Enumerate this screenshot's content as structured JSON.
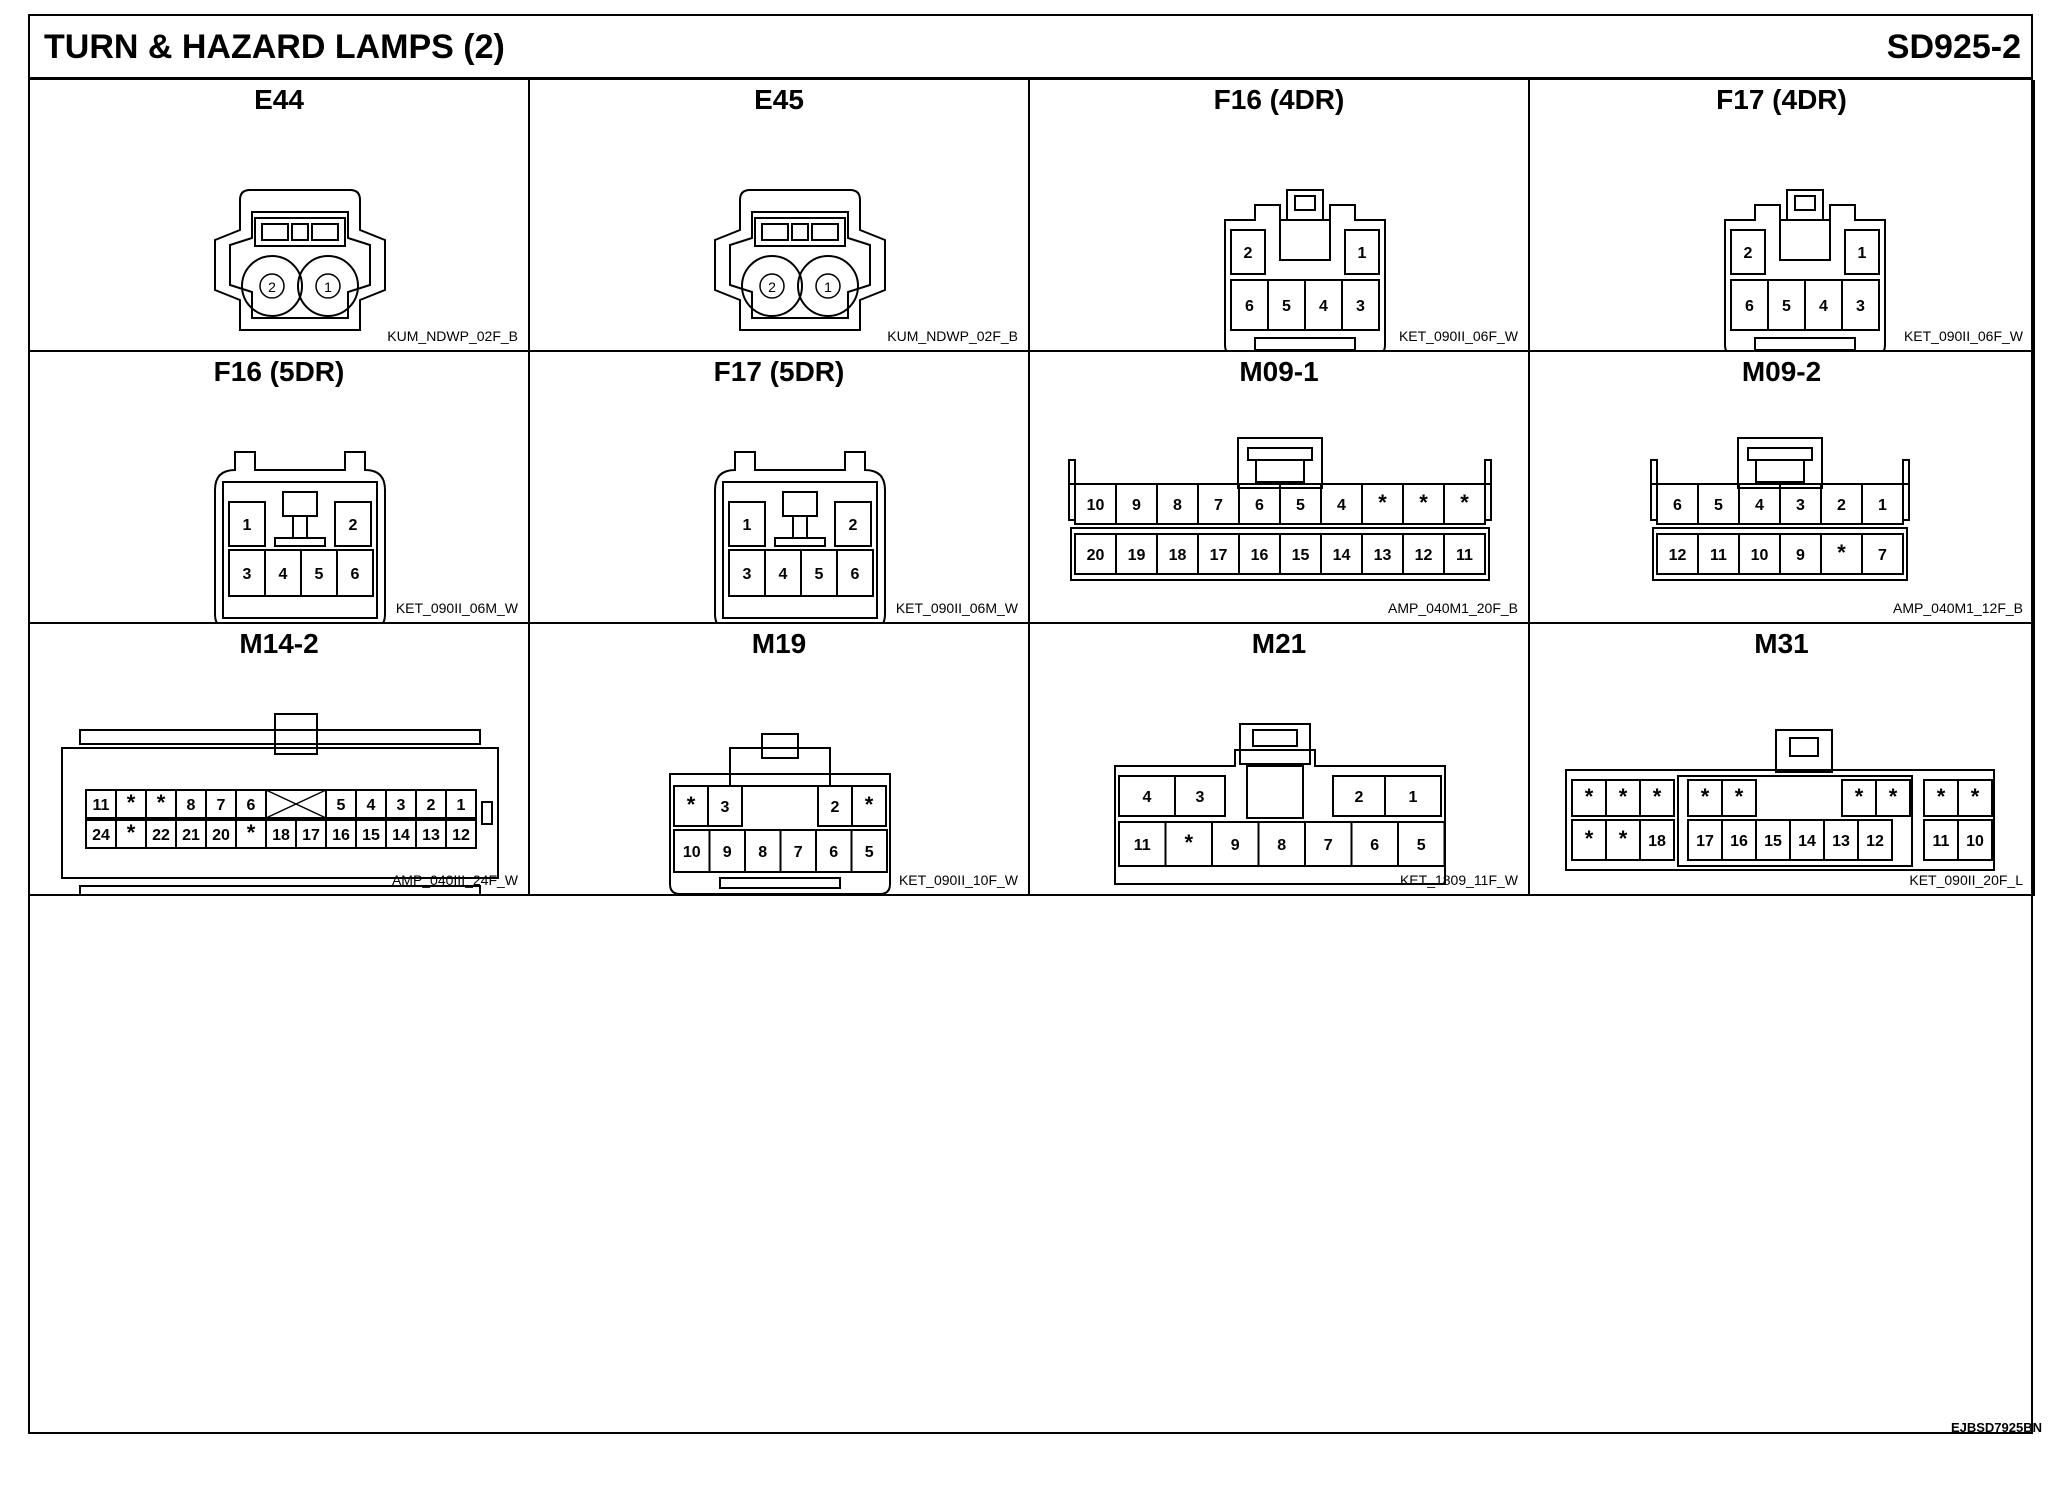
{
  "header": {
    "title": "TURN & HAZARD LAMPS (2)",
    "code": "SD925-2"
  },
  "footer": {
    "code": "EJBSD7925BN"
  },
  "connectors": [
    {
      "name": "E44",
      "code": "KUM_NDWP_02F_B",
      "type": "round2",
      "pins": [
        "2",
        "1"
      ]
    },
    {
      "name": "E45",
      "code": "KUM_NDWP_02F_B",
      "type": "round2",
      "pins": [
        "2",
        "1"
      ]
    },
    {
      "name": "F16 (4DR)",
      "code": "KET_090II_06F_W",
      "type": "six4",
      "pins": [
        [
          "2",
          "1"
        ],
        [
          "6",
          "5",
          "4",
          "3"
        ]
      ]
    },
    {
      "name": "F17 (4DR)",
      "code": "KET_090II_06F_W",
      "type": "six4",
      "pins": [
        [
          "2",
          "1"
        ],
        [
          "6",
          "5",
          "4",
          "3"
        ]
      ]
    },
    {
      "name": "F16 (5DR)",
      "code": "KET_090II_06M_W",
      "type": "six5",
      "pins": [
        [
          "1",
          "2"
        ],
        [
          "3",
          "4",
          "5",
          "6"
        ]
      ]
    },
    {
      "name": "F17 (5DR)",
      "code": "KET_090II_06M_W",
      "type": "six5",
      "pins": [
        [
          "1",
          "2"
        ],
        [
          "3",
          "4",
          "5",
          "6"
        ]
      ]
    },
    {
      "name": "M09-1",
      "code": "AMP_040M1_20F_B",
      "type": "rows",
      "pins": [
        [
          "10",
          "9",
          "8",
          "7",
          "6",
          "5",
          "4",
          "*",
          "*",
          "*"
        ],
        [
          "20",
          "19",
          "18",
          "17",
          "16",
          "15",
          "14",
          "13",
          "12",
          "11"
        ]
      ]
    },
    {
      "name": "M09-2",
      "code": "AMP_040M1_12F_B",
      "type": "rows",
      "pins": [
        [
          "6",
          "5",
          "4",
          "3",
          "2",
          "1"
        ],
        [
          "12",
          "11",
          "10",
          "9",
          "*",
          "7"
        ]
      ]
    },
    {
      "name": "M14-2",
      "code": "AMP_040III_24F_W",
      "type": "m14",
      "pins": [
        [
          "11",
          "*",
          "*",
          "8",
          "7",
          "6",
          "",
          "5",
          "4",
          "3",
          "2",
          "1"
        ],
        [
          "24",
          "*",
          "22",
          "21",
          "20",
          "*",
          "18",
          "17",
          "16",
          "15",
          "14",
          "13",
          "12"
        ]
      ]
    },
    {
      "name": "M19",
      "code": "KET_090II_10F_W",
      "type": "m19",
      "pins": [
        [
          "*",
          "3",
          "2",
          "*"
        ],
        [
          "10",
          "9",
          "8",
          "7",
          "6",
          "5"
        ]
      ]
    },
    {
      "name": "M21",
      "code": "KET_1809_11F_W",
      "type": "m21",
      "pins": [
        [
          "4",
          "3",
          "2",
          "1"
        ],
        [
          "11",
          "*",
          "9",
          "8",
          "7",
          "6",
          "5"
        ]
      ]
    },
    {
      "name": "M31",
      "code": "KET_090II_20F_L",
      "type": "m31",
      "pins": [
        [
          "*",
          "*",
          "*",
          "*",
          "*",
          "*",
          "*",
          "*",
          "*"
        ],
        [
          "*",
          "*",
          "18",
          "17",
          "16",
          "15",
          "14",
          "13",
          "12",
          "11",
          "10"
        ]
      ]
    }
  ]
}
